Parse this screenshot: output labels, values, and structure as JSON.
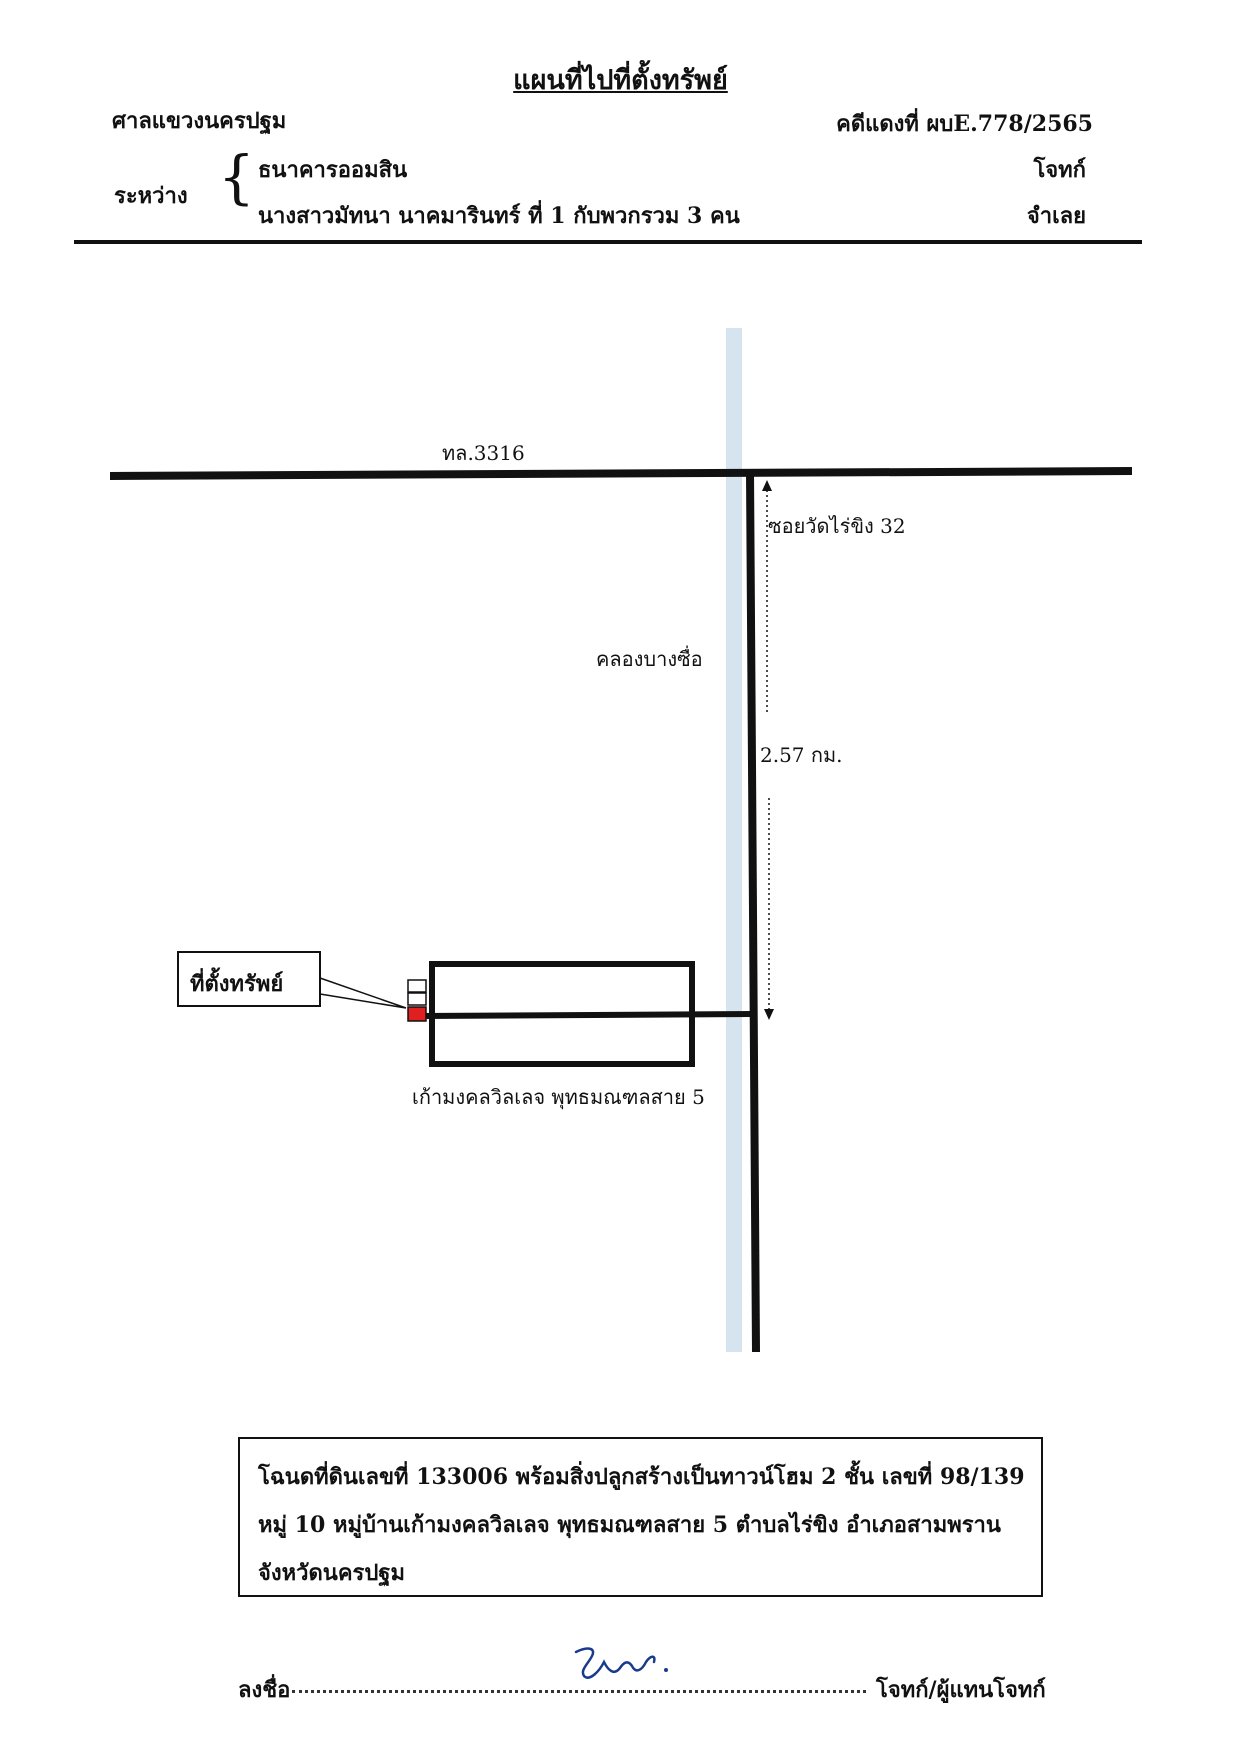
{
  "header": {
    "title": "แผนที่ไปที่ตั้งทรัพย์",
    "court": "ศาลแขวงนครปฐม",
    "case_number": "คดีแดงที่ ผบE.778/2565",
    "between_label": "ระหว่าง",
    "party_plaintiff": "ธนาคารออมสิน",
    "party_defendant": "นางสาวมัทนา นาคมารินทร์ ที่ 1 กับพวกรวม 3 คน",
    "role_plaintiff": "โจทก์",
    "role_defendant": "จำเลย"
  },
  "map": {
    "road_main": "ทล.3316",
    "soi": "ซอยวัดไร่ขิง 32",
    "canal": "คลองบางซื่อ",
    "distance": "2.57 กม.",
    "property_callout": "ที่ตั้งทรัพย์",
    "village": "เก้ามงคลวิลเลจ พุทธมณฑลสาย 5",
    "colors": {
      "road": "#111111",
      "canal": "#d6e4ef",
      "property_marker": "#e02020"
    }
  },
  "property_info": {
    "line1": "โฉนดที่ดินเลขที่ 133006 พร้อมสิ่งปลูกสร้างเป็นทาวน์โฮม 2 ชั้น เลขที่ 98/139",
    "line2": "หมู่ 10 หมู่บ้านเก้ามงคลวิลเลจ พุทธมณฑลสาย 5 ตำบลไร่ขิง อำเภอสามพราน",
    "line3": "จังหวัดนครปฐม"
  },
  "signature": {
    "label": "ลงชื่อ",
    "role": "โจทก์/ผู้แทนโจทก์"
  }
}
